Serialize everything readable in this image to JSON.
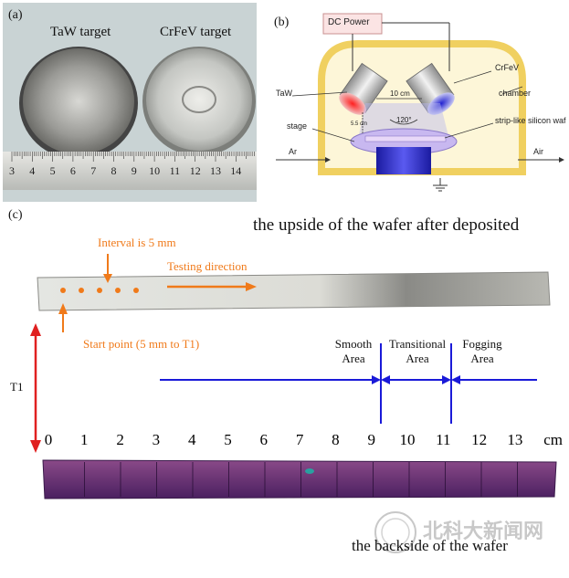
{
  "panel_a": {
    "label": "(a)",
    "targets": [
      {
        "name": "TaW target"
      },
      {
        "name": "CrFeV target"
      }
    ],
    "ruler_numbers": [
      "3",
      "4",
      "5",
      "6",
      "7",
      "8",
      "9",
      "10",
      "11",
      "12",
      "13",
      "14"
    ]
  },
  "panel_b": {
    "label": "(b)",
    "power": "DC Power",
    "labels": {
      "taw": "TaW",
      "crfev": "CrFeV",
      "chamber": "chamber",
      "distance": "10 cm",
      "height": "5.5 cm",
      "angle": "120°",
      "stage": "stage",
      "wafer": "strip-like silicon wafer",
      "ar": "Ar",
      "air": "Air"
    }
  },
  "panel_c": {
    "label": "(c)",
    "top_title": "the upside of the wafer after deposited",
    "bottom_title": "the backside of the wafer",
    "interval": "Interval is 5 mm",
    "testing_direction": "Testing direction",
    "start_point": "Start point (5 mm to T1)",
    "t1": "T1",
    "areas": [
      {
        "line1": "Smooth",
        "line2": "Area"
      },
      {
        "line1": "Transitional",
        "line2": "Area"
      },
      {
        "line1": "Fogging",
        "line2": "Area"
      }
    ],
    "scale_numbers": [
      "0",
      "1",
      "2",
      "3",
      "4",
      "5",
      "6",
      "7",
      "8",
      "9",
      "10",
      "11",
      "12",
      "13"
    ],
    "scale_unit": "cm"
  },
  "watermark": "北科大新闻网",
  "colors": {
    "orange": "#f07a1a",
    "blue": "#1a1ad8",
    "red": "#e02020",
    "wafer_purple": "#6a3a78"
  }
}
